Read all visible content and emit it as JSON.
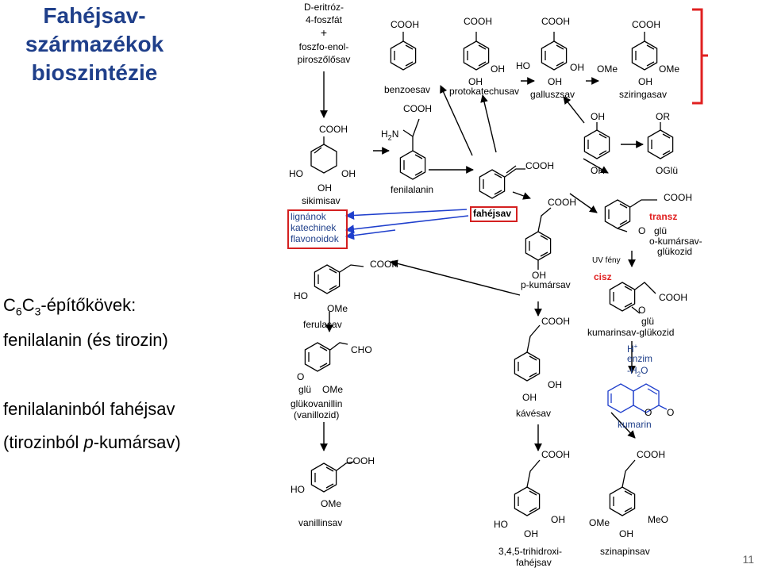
{
  "title": "Fahéjsav-származékok bioszintézie",
  "left_text": {
    "line1_pre": "C",
    "line1_sub1": "6",
    "line1_mid": "C",
    "line1_sub2": "3",
    "line1_post": "-építőkövek:",
    "line2": "fenilalanin (és tirozin)",
    "line3": "fenilalaninból fahéjsav",
    "line4_pre": "(tirozinból ",
    "line4_italic": "p",
    "line4_post": "-kumársav)"
  },
  "labels": {
    "start_1": "D-eritróz-",
    "start_2": "4-foszfát",
    "start_plus": "+",
    "start_3": "foszfo-enol-",
    "start_4": "piroszőlősav",
    "cooh": "COOH",
    "oh": "OH",
    "ho": "HO",
    "ome": "OMe",
    "meo": "MeO",
    "or": "OR",
    "oglu": "OGlü",
    "o": "O",
    "glu": "glü",
    "cho": "CHO",
    "h2n": "H",
    "h2n_sub": "2",
    "h2n_n": "N",
    "benzoesav": "benzoesav",
    "protokatechusav": "protokatechusav",
    "galluszsav": "galluszsav",
    "sziringasav": "sziringasav",
    "sikimisav": "sikimisav",
    "fenilalanin": "fenilalanin",
    "fahejsav": "fahéjsav",
    "lignanok": "lignánok",
    "katechinek": "katechinek",
    "flavonoidok": "flavonoidok",
    "pkumarsav": "p-kumársav",
    "ferulasav": "ferulasav",
    "glukovanillin": "glükovanillin",
    "vanillozid": "(vanillozid)",
    "vanillinsav": "vanillinsav",
    "kavesav": "kávésav",
    "trihidroxi_1": "3,4,5-trihidroxi-",
    "trihidroxi_2": "fahéjsav",
    "szinapinsav": "szinapinsav",
    "transz": "transz",
    "okumarsav_1": "o-kumársav-",
    "okumarsav_2": "glükozid",
    "uv": "UV fény",
    "cisz": "cisz",
    "kumarinsav": "kumarinsav-glükozid",
    "hplus": "H",
    "hplus_sup": "+",
    "enzim": "enzim",
    "minus_h2o": "-H",
    "minus_h2o_sub": "2",
    "minus_h2o_o": "O",
    "kumarin": "kumarin"
  },
  "page_number": "11",
  "colors": {
    "title": "#1f3f8a",
    "accent_red": "#e02020",
    "arrow_blue": "#1f3fcc",
    "box_red": "#d42020"
  }
}
